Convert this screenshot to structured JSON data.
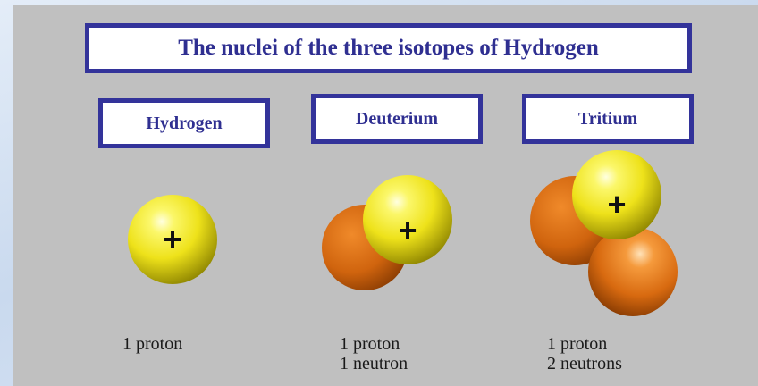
{
  "title": "The nuclei of the three isotopes of Hydrogen",
  "isotopes": [
    {
      "name": "Hydrogen",
      "caption_line1": "1 proton",
      "caption_line2": ""
    },
    {
      "name": "Deuterium",
      "caption_line1": "1 proton",
      "caption_line2": "1 neutron"
    },
    {
      "name": "Tritium",
      "caption_line1": "1 proton",
      "caption_line2": "2 neutrons"
    }
  ],
  "proton_symbol": "+",
  "colors": {
    "proton": "#f2ea1e",
    "neutron": "#e2741a",
    "box_border": "#33339a",
    "text": "#2f2f91",
    "panel": "#c0c0c0"
  }
}
